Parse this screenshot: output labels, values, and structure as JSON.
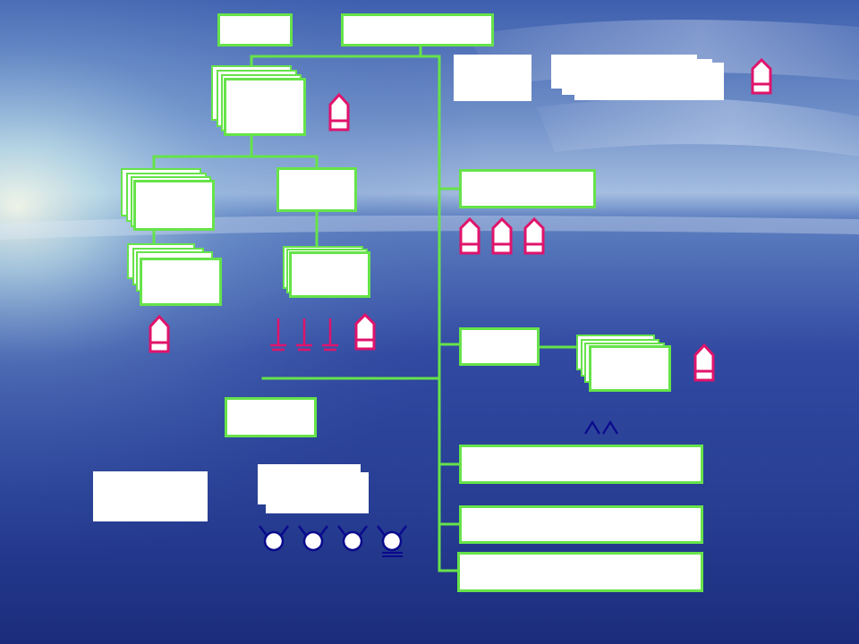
{
  "colors": {
    "connector": "#66e34a",
    "box_fill": "#ffffff",
    "marker_pink": "#e0136b",
    "marker_navy": "#0a0a8c",
    "sky_light": "#c9dff0",
    "sea_deep": "#1e2f86"
  },
  "icons": {
    "house_marker": "pentagon-house-icon",
    "inverted_t": "inverted-t-icon",
    "caret": "caret-up-icon",
    "circle_v": "circle-v-icon"
  },
  "counts": {
    "house_markers_row": 3,
    "inverted_t_markers": 3,
    "caret_markers": 2,
    "circle_markers": 4
  }
}
